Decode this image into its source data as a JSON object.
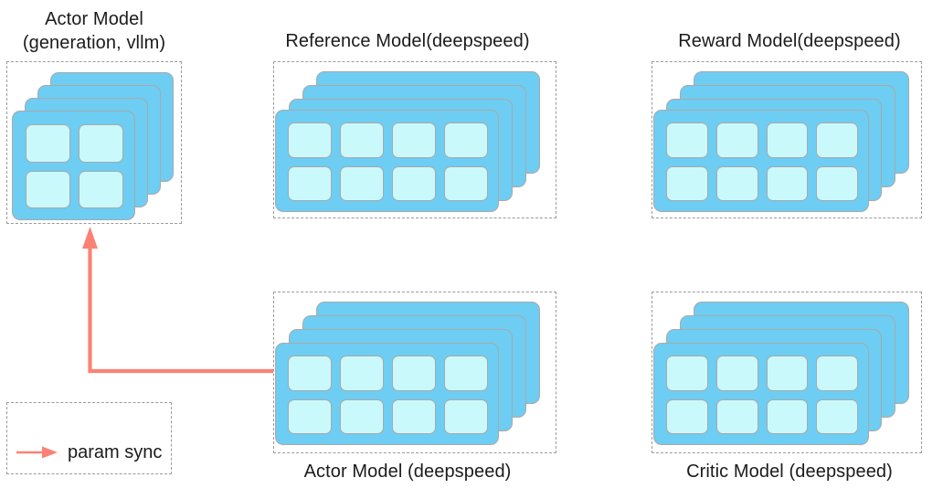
{
  "diagram": {
    "title_text_color": "#1b1b1b",
    "card_color": "#6ecdf2",
    "cell_color": "#caf9fb",
    "card_border_color": "#a9a9a9",
    "dashed_border_color": "#9a9a9a",
    "arrow_color": "#fc8175",
    "background": "#ffffff"
  },
  "groups": [
    {
      "id": "actor-vllm",
      "title": "Actor Model\n(generation, vllm)",
      "title_position": "above",
      "cards": 4,
      "grid_cols": 2,
      "grid_rows": 2,
      "cells": 4
    },
    {
      "id": "reference-model",
      "title": "Reference Model(deepspeed)",
      "title_position": "above",
      "cards": 4,
      "grid_cols": 4,
      "grid_rows": 2,
      "cells": 8
    },
    {
      "id": "reward-model",
      "title": "Reward Model(deepspeed)",
      "title_position": "above",
      "cards": 4,
      "grid_cols": 4,
      "grid_rows": 2,
      "cells": 8
    },
    {
      "id": "actor-deepspeed",
      "title": "Actor Model (deepspeed)",
      "title_position": "below",
      "cards": 4,
      "grid_cols": 4,
      "grid_rows": 2,
      "cells": 8
    },
    {
      "id": "critic-model",
      "title": "Critic Model (deepspeed)",
      "title_position": "below",
      "cards": 4,
      "grid_cols": 4,
      "grid_rows": 2,
      "cells": 8
    }
  ],
  "legend": {
    "label": "param sync",
    "arrow_color": "#fc8175"
  },
  "connector": {
    "name": "param-sync-arrow",
    "from_group": "actor-deepspeed",
    "to_group": "actor-vllm",
    "color": "#fc8175"
  }
}
